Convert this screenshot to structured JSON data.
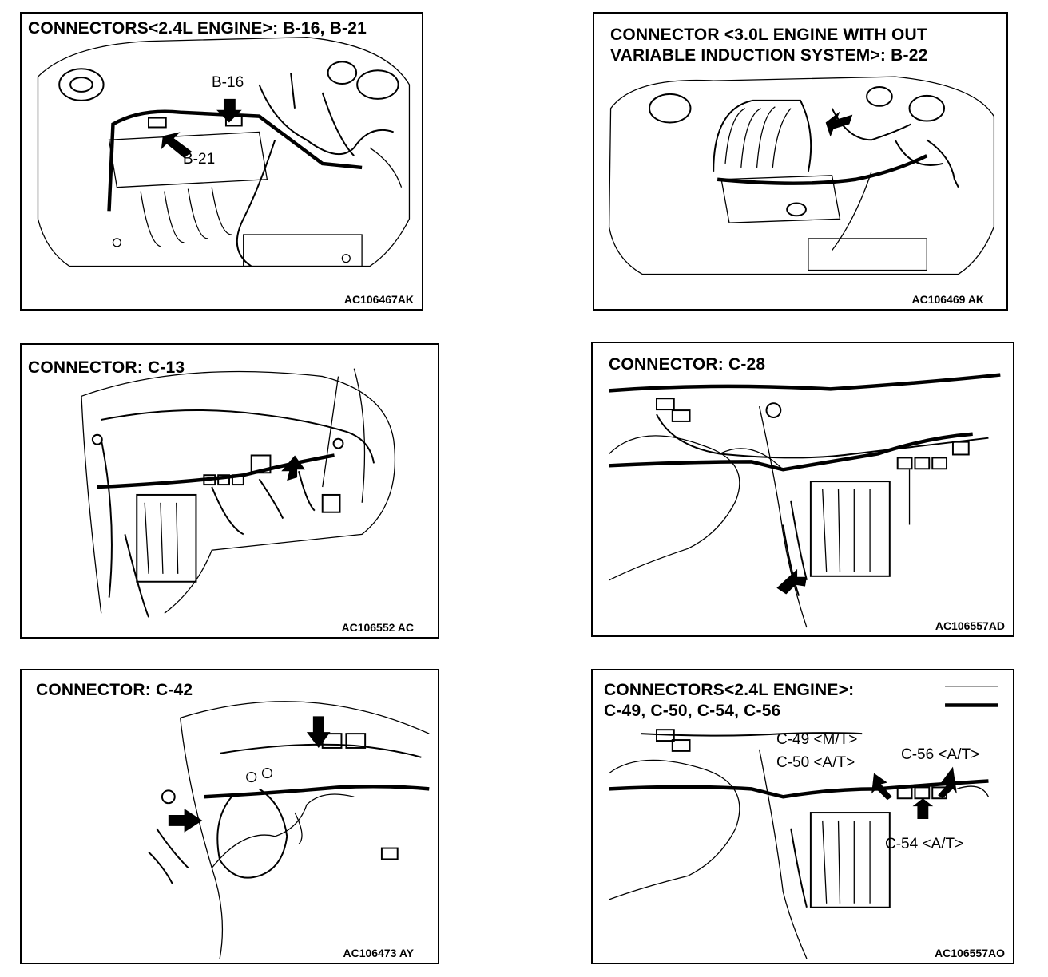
{
  "panels": [
    {
      "title": "CONNECTORS<2.4L ENGINE>: B-16, B-21",
      "code": "AC106467AK",
      "callouts": [
        "B-16",
        "B-21"
      ]
    },
    {
      "title": "CONNECTOR <3.0L ENGINE WITH OUT\nVARIABLE INDUCTION SYSTEM>: B-22",
      "code": "AC106469 AK",
      "callouts": []
    },
    {
      "title": "CONNECTOR: C-13",
      "code": "AC106552 AC",
      "callouts": []
    },
    {
      "title": "CONNECTOR: C-28",
      "code": "AC106557AD",
      "callouts": []
    },
    {
      "title": "CONNECTOR: C-42",
      "code": "AC106473 AY",
      "callouts": []
    },
    {
      "title": "CONNECTORS<2.4L ENGINE>:\nC-49, C-50, C-54, C-56",
      "code": "AC106557AO",
      "callouts": [
        "C-49 <M/T>",
        "C-50 <A/T>",
        "C-56 <A/T>",
        "C-54 <A/T>"
      ]
    }
  ]
}
